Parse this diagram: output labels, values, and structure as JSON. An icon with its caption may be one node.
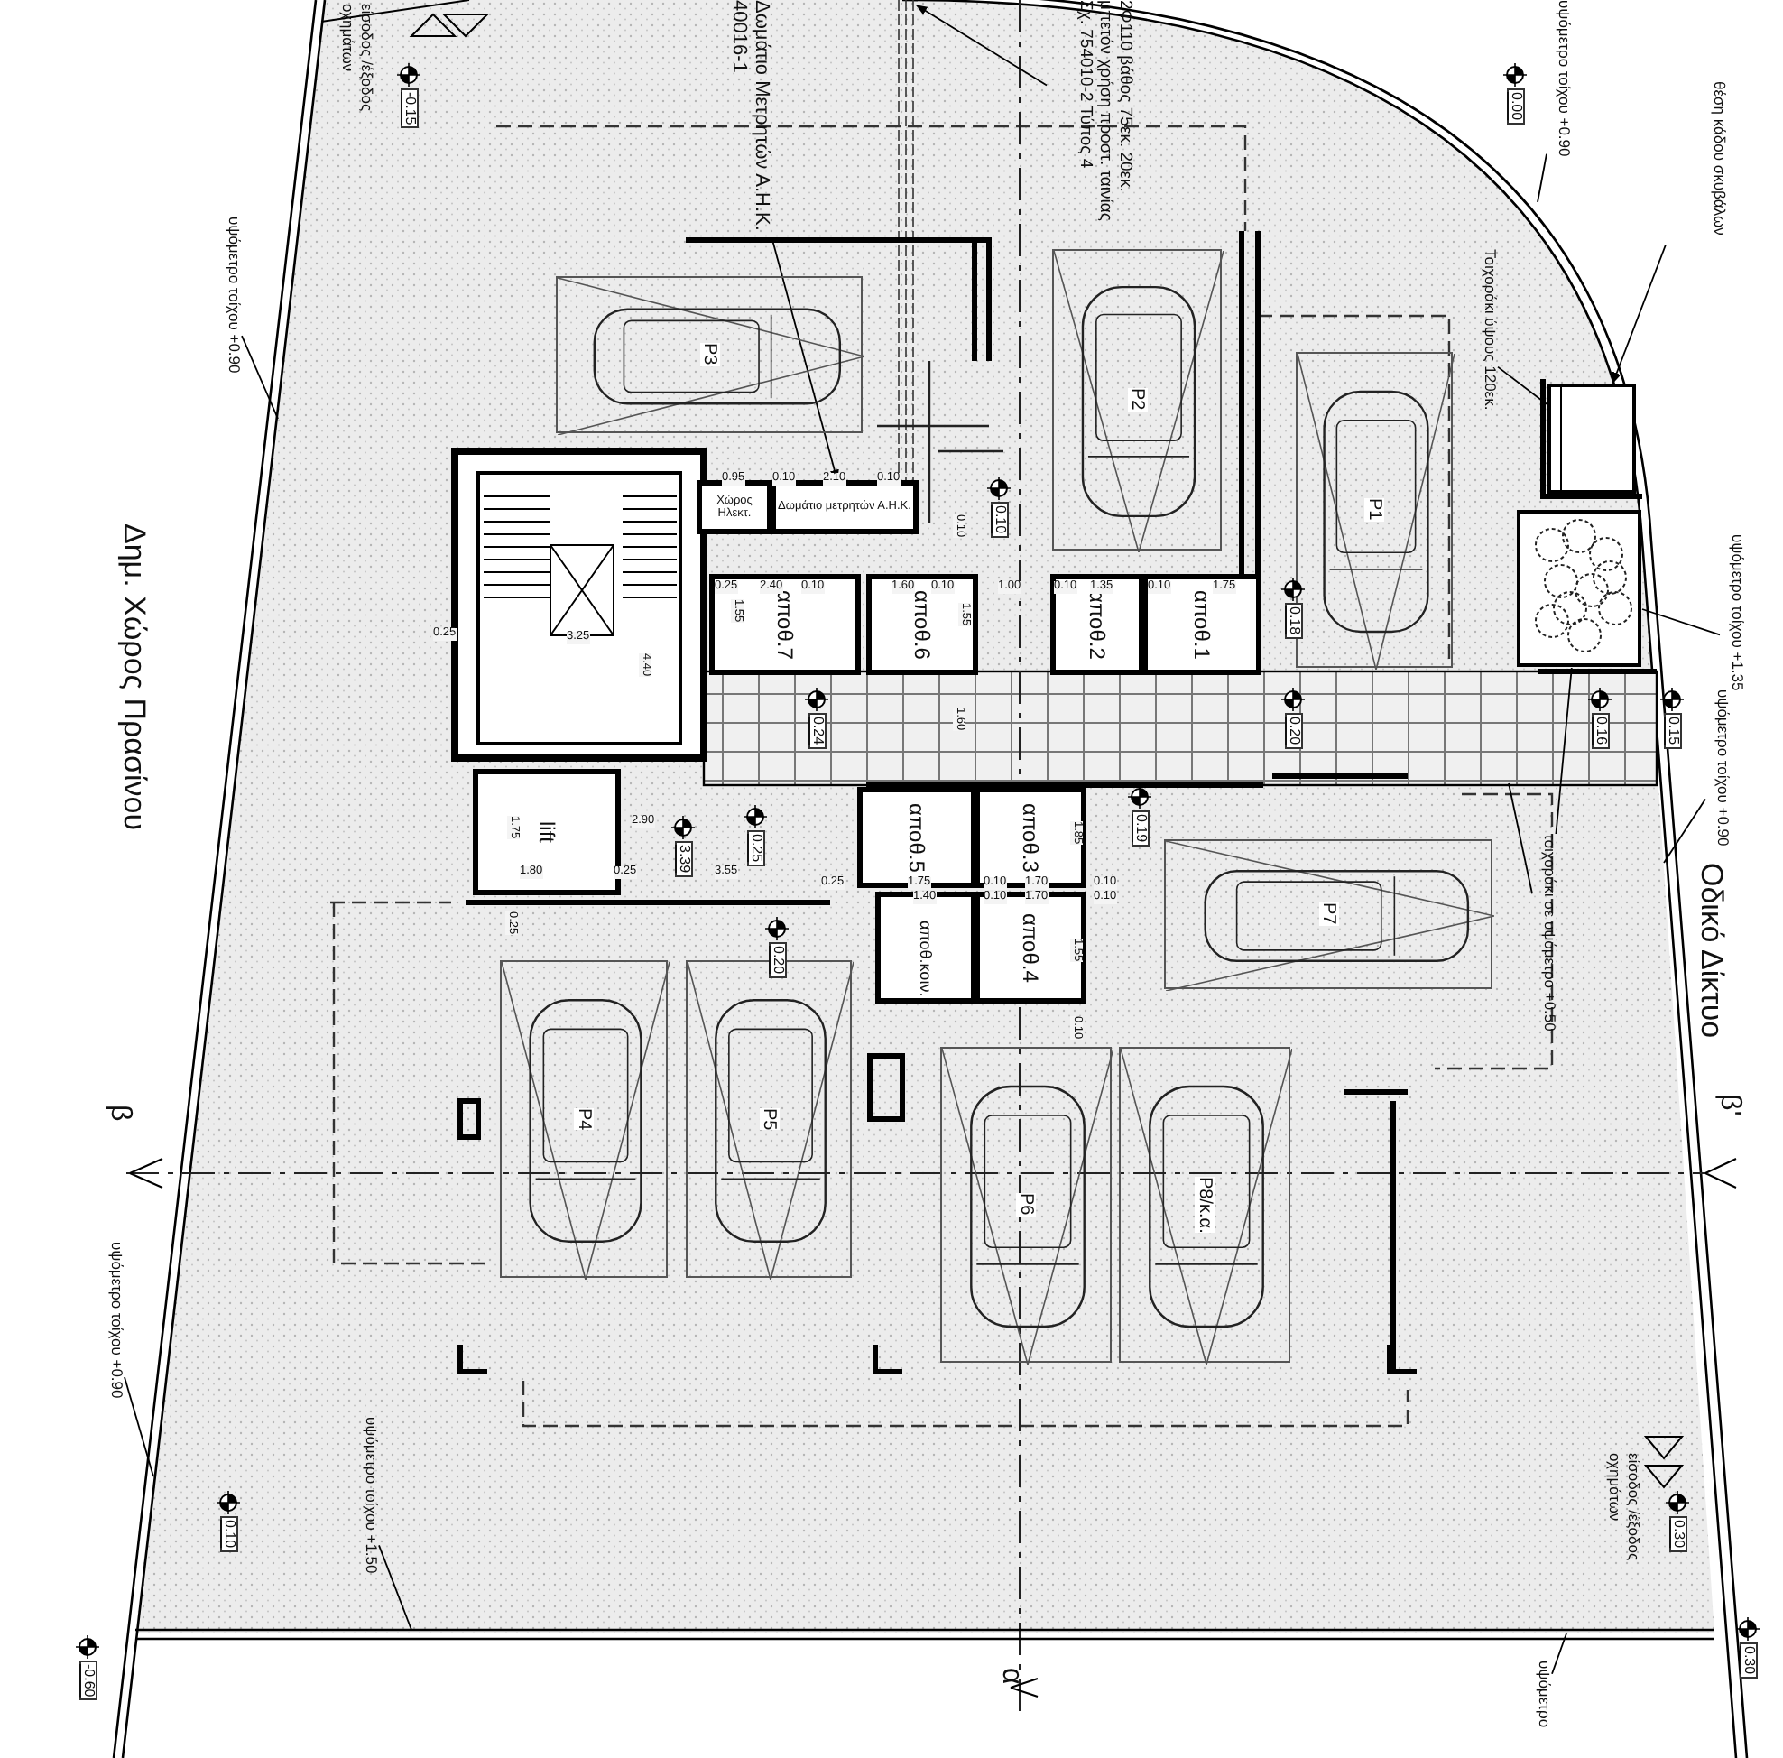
{
  "diagram": {
    "nodes": [
      {
        "text": [
          "αποθ.7"
        ]
      },
      {
        "text": [
          "αποθ.6"
        ]
      },
      {
        "text": [
          "αποθ.2"
        ]
      },
      {
        "text": [
          "αποθ.1"
        ]
      },
      {
        "text": [
          "αποθ.5"
        ]
      },
      {
        "text": [
          "αποθ.3"
        ]
      },
      {
        "text": [
          "αποθ.κοιν."
        ]
      },
      {
        "text": [
          "αποθ.4"
        ]
      },
      {
        "text": [
          "lift"
        ]
      },
      {
        "text": [
          "Χώρος Ηλεκτ."
        ]
      },
      {
        "text": [
          "Δωμάτιο μετρητών Α.Η.Κ."
        ]
      },
      {
        "text": [
          "P3"
        ]
      },
      {
        "text": [
          "P2"
        ]
      },
      {
        "text": [
          "P1"
        ]
      },
      {
        "text": [
          "P7"
        ]
      },
      {
        "text": [
          "P4"
        ]
      },
      {
        "text": [
          "P5"
        ]
      },
      {
        "text": [
          "P6"
        ]
      },
      {
        "text": [
          "Ρ8/κ.α."
        ]
      },
      {
        "text": [],
        "shape": "box"
      },
      {
        "text": [],
        "shape": "box"
      },
      {
        "text": [
          "υψόμετρο τοίχου +0.90"
        ]
      },
      {
        "text": [
          "υψόμετρο τοίχου +0.90"
        ]
      },
      {
        "text": [
          "Τοιχοράκι ύψους 120εκ."
        ]
      },
      {
        "text": [
          "θέση κάδου σκυβάλων"
        ]
      },
      {
        "text": [
          "υψόμετρο τοίχου +1.35"
        ]
      },
      {
        "text": [
          "υψόμετρο τοίχου +0.90"
        ]
      },
      {
        "text": [
          "τοιχοράκι σε υψόμετρο +0.50"
        ]
      },
      {
        "text": [
          "υψόμετρο τοίχου +0.90"
        ]
      },
      {
        "text": [
          "υψόμετρο τοίχου +1.50"
        ]
      },
      {
        "text": [
          "υψόμετρο"
        ]
      },
      {
        "text": [
          "2Φ110 βάθος 75εκ. 20εκ. μπετόν χρήση προστ. ταινίας Σχ. 754010-2 Τύπος 4"
        ]
      },
      {
        "text": [
          "Δωμάτιο Μετρητών Α.Η.Κ. 40016-1"
        ]
      }
    ],
    "edges": [
      {
        "from": 21,
        "to": null,
        "arrow": "none"
      },
      {
        "from": 22,
        "to": null,
        "arrow": "none"
      },
      {
        "from": 23,
        "to": 19,
        "arrow": "none"
      },
      {
        "from": 24,
        "to": 19,
        "arrow": "to"
      },
      {
        "from": 25,
        "to": 20,
        "arrow": "none"
      },
      {
        "from": 26,
        "to": null,
        "arrow": "none"
      },
      {
        "from": 27,
        "to": null,
        "arrow": "none"
      },
      {
        "from": 27,
        "to": 20,
        "arrow": "none"
      },
      {
        "from": 28,
        "to": null,
        "arrow": "none"
      },
      {
        "from": 29,
        "to": null,
        "arrow": "none"
      },
      {
        "from": 30,
        "to": null,
        "arrow": "none"
      },
      {
        "from": 31,
        "to": null,
        "arrow": "to"
      },
      {
        "from": 32,
        "to": 10,
        "arrow": "to"
      }
    ],
    "labels": [
      "είσοδος /έξοδος οχημάτων",
      "-0.15",
      "0.00",
      "0.95",
      "0.10",
      "2.10",
      "0.10",
      "0.10",
      "0.10",
      "0.25",
      "3.25",
      "0.25",
      "1.55",
      "2.40",
      "0.10",
      "1.60",
      "0.10",
      "1.55",
      "1.00",
      "0.10",
      "1.35",
      "0.10",
      "1.75",
      "0.18",
      "4.40",
      "Δημ. Χώρος Πρασίνου",
      "0.24",
      "1.60",
      "0.20",
      "0.16",
      "0.15",
      "1.75",
      "2.90",
      "3.39",
      "0.25",
      "1.85",
      "0.19",
      "1.80",
      "0.25",
      "3.55",
      "0.25",
      "1.75",
      "0.10",
      "1.70",
      "0.10",
      "1.40",
      "0.10",
      "1.70",
      "0.10",
      "0.25",
      "0.20",
      "1.55",
      "0.10",
      "Οδικό Δίκτυο",
      "β",
      "β'",
      "είσοδος /έξοδος οχημάτων",
      "0.10",
      "0.30",
      "-0.60",
      "0.30",
      "α"
    ]
  }
}
